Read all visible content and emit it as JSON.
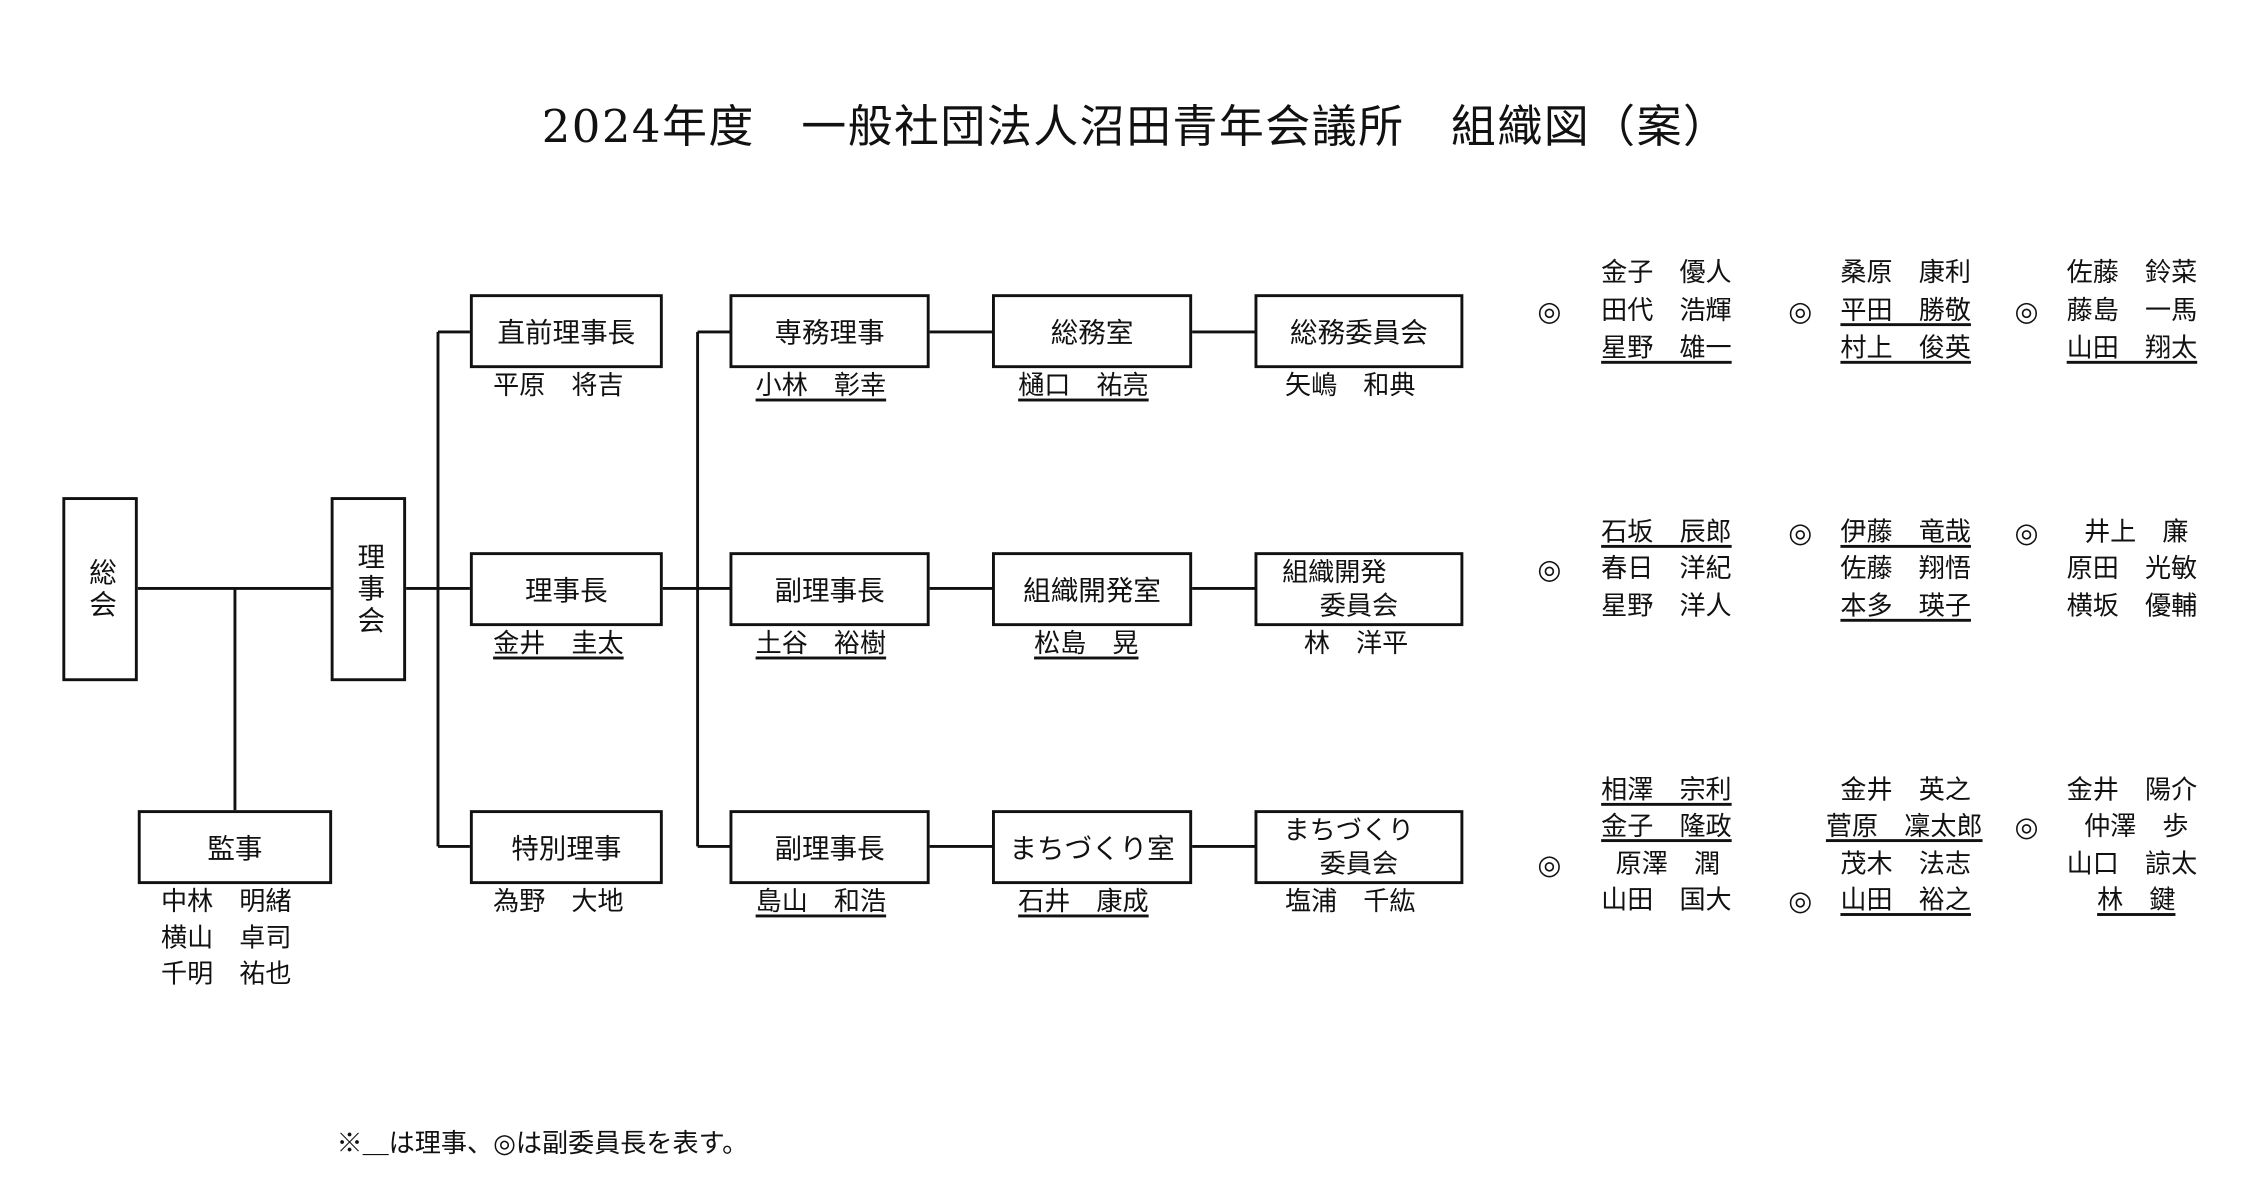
{
  "title": "2024年度　一般社団法人沼田青年会議所　組織図（案）",
  "boxes": {
    "soukai": "総会",
    "rijikai": "理事会",
    "kanji": "監事",
    "chokuzen": "直前理事長",
    "rijichou": "理事長",
    "tokubetsu": "特別理事",
    "senmu": "専務理事",
    "fuku1": "副理事長",
    "fuku2": "副理事長",
    "soumushitsu": "総務室",
    "soshikishitsu": "組織開発室",
    "machishitsu": "まちづくり室",
    "soumuiin": "総務委員会",
    "soshikiiin_1": "組織開発",
    "soshikiiin_2": "委員会",
    "machiiin_1": "まちづくり",
    "machiiin_2": "委員会"
  },
  "people": {
    "kanji": [
      "中林　明緒",
      "横山　卓司",
      "千明　祐也"
    ],
    "chokuzen": "平原　将吉",
    "rijichou": "金井　圭太",
    "tokubetsu": "為野　大地",
    "senmu": "小林　彰幸",
    "fuku1": "土谷　裕樹",
    "fuku2": "島山　和浩",
    "soumushitsu": "樋口　祐亮",
    "soshikishitsu": "松島　晃",
    "machishitsu": "石井　康成",
    "soumuiin": "矢嶋　和典",
    "soshikiiin": "林　洋平",
    "machiiin": "塩浦　千紘"
  },
  "members": {
    "soumu": {
      "col1": [
        "金子　優人",
        "田代　浩輝",
        "星野　雄一"
      ],
      "col2": [
        "桑原　康利",
        "平田　勝敬",
        "村上　俊英"
      ],
      "col3": [
        "佐藤　鈴菜",
        "藤島　一馬",
        "山田　翔太"
      ]
    },
    "soshiki": {
      "col1": [
        "石坂　辰郎",
        "春日　洋紀",
        "星野　洋人"
      ],
      "col2": [
        "伊藤　竜哉",
        "佐藤　翔悟",
        "本多　瑛子"
      ],
      "col3": [
        "井上　廉",
        "原田　光敏",
        "横坂　優輔"
      ]
    },
    "machi": {
      "col1": [
        "相澤　宗利",
        "金子　隆政",
        "原澤　潤",
        "山田　国大"
      ],
      "col2": [
        "金井　英之",
        "菅原　凜太郎",
        "茂木　法志",
        "山田　裕之"
      ],
      "col3": [
        "金井　陽介",
        "仲澤　歩",
        "山口　諒太",
        "林　鍵"
      ]
    }
  },
  "vice_mark": "◎",
  "note": "※＿は理事、◎は副委員長を表す。"
}
